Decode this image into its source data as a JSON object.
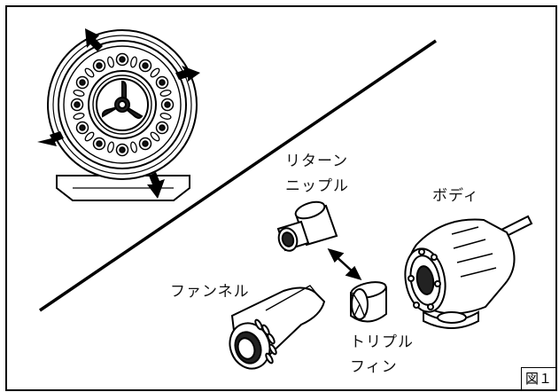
{
  "labels": {
    "return_nipple_line1": "リターン",
    "return_nipple_line2": "ニップル",
    "body": "ボディ",
    "funnel": "ファンネル",
    "triple_fin_line1": "トリプル",
    "triple_fin_line2": "フィン"
  },
  "figure_number": "図１"
}
